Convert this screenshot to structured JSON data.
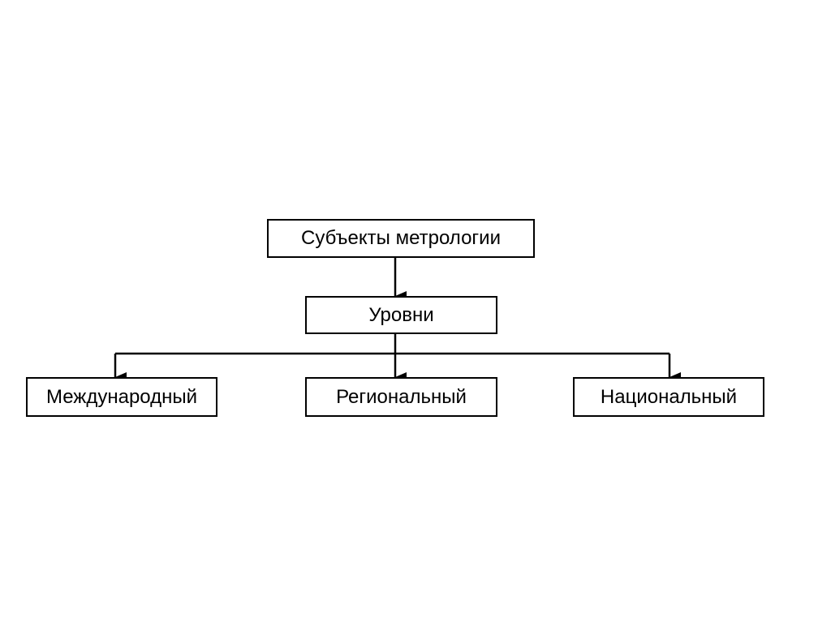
{
  "diagram": {
    "root": {
      "label": "Субъекты метрологии"
    },
    "middle": {
      "label": "Уровни"
    },
    "leaves": [
      {
        "label": "Международный"
      },
      {
        "label": "Региональный"
      },
      {
        "label": "Национальный"
      }
    ],
    "colors": {
      "line": "#000000",
      "box_border": "#000000",
      "background": "#ffffff",
      "text": "#000000"
    }
  }
}
